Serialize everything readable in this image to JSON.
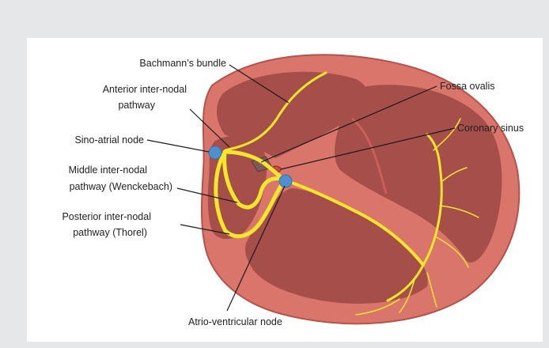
{
  "diagram": {
    "labels": {
      "bachmanns_bundle": "Bachmann’s bundle",
      "anterior_line1": "Anterior inter-nodal",
      "anterior_line2": "pathway",
      "sino_atrial": "Sino-atrial node",
      "middle_line1": "Middle inter-nodal",
      "middle_line2": "pathway (Wenckebach)",
      "posterior_line1": "Posterior inter-nodal",
      "posterior_line2": "pathway (Thorel)",
      "fossa_ovalis": "Fossa ovalis",
      "coronary_sinus": "Coronary sinus",
      "av_node": "Atrio-ventricular node"
    },
    "colors": {
      "background": "#e6e7e8",
      "canvas": "#ffffff",
      "heart_wall": "#d9756a",
      "heart_outline": "#b5524a",
      "chamber": "#a64e4a",
      "conduction": "#f4e62a",
      "node": "#4e8fcf",
      "fossa": "#7d5a5a",
      "coronary_sinus": "#c24a3f"
    }
  }
}
